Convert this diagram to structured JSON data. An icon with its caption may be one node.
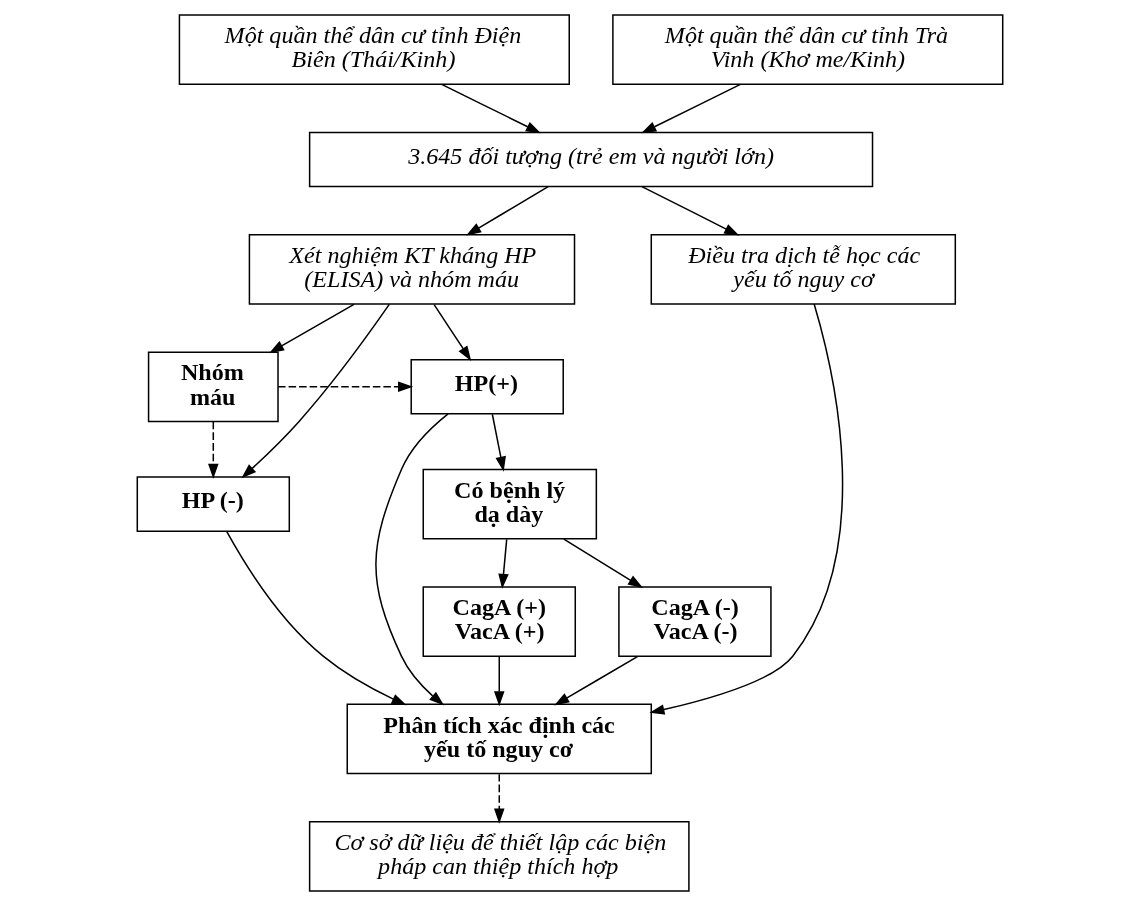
{
  "diagram": {
    "nodes": [
      {
        "text": [
          "Một quần thể dân cư tỉnh Điện Biên (Thái/Kinh)"
        ]
      },
      {
        "text": [
          "Một quần thể dân cư tỉnh Trà Vinh (Khơ me/Kinh)"
        ]
      },
      {
        "text": [
          "3.645 đối tượng (trẻ em và người lớn)"
        ]
      },
      {
        "text": [
          "Xét nghiệm KT kháng HP (ELISA) và nhóm máu"
        ]
      },
      {
        "text": [
          "Điều tra dịch tễ học các yếu tố nguy cơ"
        ]
      },
      {
        "text": [
          "Nhóm máu"
        ]
      },
      {
        "text": [
          "HP(+)"
        ]
      },
      {
        "text": [
          "HP (-)"
        ]
      },
      {
        "text": [
          "Phân tích xác định các yếu tố nguy cơ"
        ]
      },
      {
        "text": [
          "Có bệnh lý dạ dày"
        ]
      },
      {
        "text": [
          "Cơ sở dữ liệu để thiết lập các biện pháp can thiệp thích hợp"
        ]
      },
      {
        "text": [
          "CagA (-)",
          "VacA (-)"
        ]
      },
      {
        "text": [
          "CagA (+)",
          "VacA (+)"
        ]
      }
    ],
    "edges": [
      {
        "from": 0,
        "to": 2,
        "arrow": "to"
      },
      {
        "from": 1,
        "to": 2,
        "arrow": "to"
      },
      {
        "from": 2,
        "to": 3,
        "arrow": "to"
      },
      {
        "from": 2,
        "to": 4,
        "arrow": "to"
      },
      {
        "from": 3,
        "to": 5,
        "arrow": "to"
      },
      {
        "from": 3,
        "to": 7,
        "arrow": "to"
      },
      {
        "from": 3,
        "to": 6,
        "arrow": "to"
      },
      {
        "from": 5,
        "to": 6,
        "arrow": "to",
        "style": "dashed"
      },
      {
        "from": 5,
        "to": 7,
        "arrow": "to",
        "style": "dashed"
      },
      {
        "from": 4,
        "to": 8,
        "arrow": "to"
      },
      {
        "from": 6,
        "to": 8,
        "arrow": "to"
      },
      {
        "from": 7,
        "to": 8,
        "arrow": "to"
      },
      {
        "from": 6,
        "to": 9,
        "arrow": "to"
      },
      {
        "from": 9,
        "to": 11,
        "arrow": "to"
      },
      {
        "from": 9,
        "to": 12,
        "arrow": "to"
      },
      {
        "from": 11,
        "to": 8,
        "arrow": "to"
      },
      {
        "from": 12,
        "to": 8,
        "arrow": "to"
      },
      {
        "from": 8,
        "to": 10,
        "arrow": "to",
        "style": "dashed"
      }
    ]
  }
}
